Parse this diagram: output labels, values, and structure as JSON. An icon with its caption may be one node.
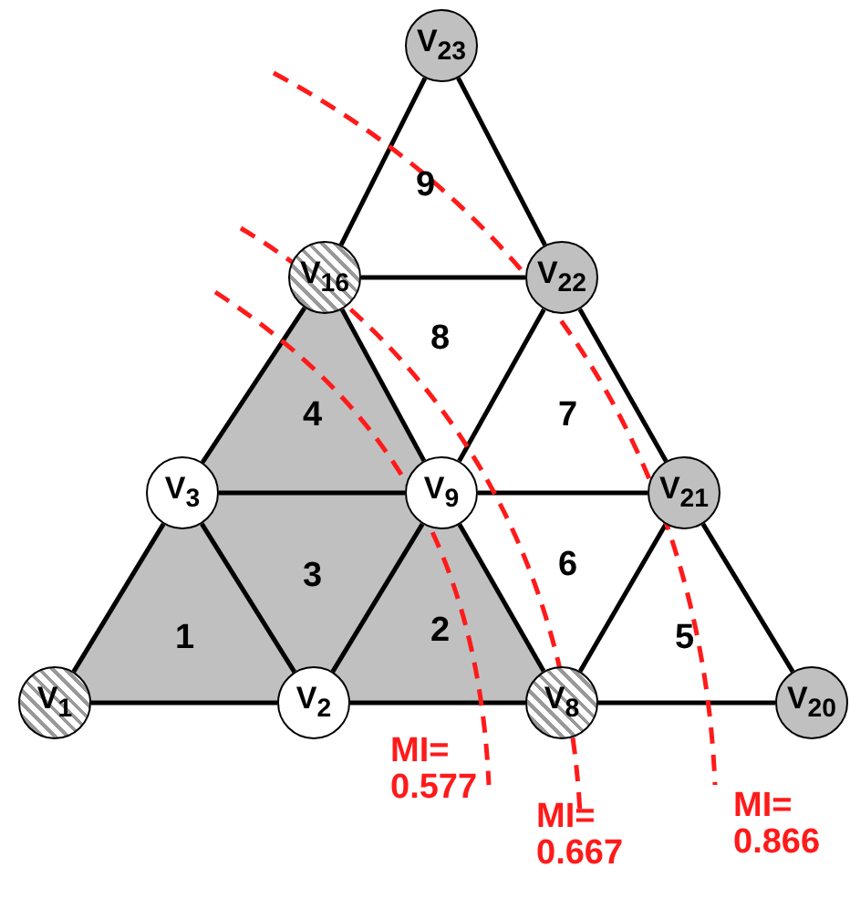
{
  "diagram": {
    "nodes": [
      {
        "text": [
          "V$_{23}$"
        ]
      },
      {
        "text": [
          "V$_{16}$"
        ]
      },
      {
        "text": [
          "V$_{22}$"
        ]
      },
      {
        "text": [
          "V$_{3}$"
        ]
      },
      {
        "text": [
          "V$_{9}$"
        ]
      },
      {
        "text": [
          "V$_{21}$"
        ]
      },
      {
        "text": [
          "V$_{1}$"
        ]
      },
      {
        "text": [
          "V$_{2}$"
        ]
      },
      {
        "text": [
          "V$_{8}$"
        ]
      },
      {
        "text": [
          "V$_{20}$"
        ]
      }
    ],
    "edges": [
      {
        "from": 0,
        "to": 1,
        "arrow": "none"
      },
      {
        "from": 0,
        "to": 2,
        "arrow": "none"
      },
      {
        "from": 1,
        "to": 2,
        "arrow": "none"
      },
      {
        "from": 1,
        "to": 3,
        "arrow": "none"
      },
      {
        "from": 1,
        "to": 4,
        "arrow": "none"
      },
      {
        "from": 2,
        "to": 4,
        "arrow": "none"
      },
      {
        "from": 2,
        "to": 5,
        "arrow": "none"
      },
      {
        "from": 3,
        "to": 4,
        "arrow": "none"
      },
      {
        "from": 4,
        "to": 5,
        "arrow": "none"
      },
      {
        "from": 3,
        "to": 6,
        "arrow": "none"
      },
      {
        "from": 3,
        "to": 7,
        "arrow": "none"
      },
      {
        "from": 4,
        "to": 7,
        "arrow": "none"
      },
      {
        "from": 4,
        "to": 8,
        "arrow": "none"
      },
      {
        "from": 5,
        "to": 8,
        "arrow": "none"
      },
      {
        "from": 5,
        "to": 9,
        "arrow": "none"
      },
      {
        "from": 6,
        "to": 7,
        "arrow": "none"
      },
      {
        "from": 7,
        "to": 8,
        "arrow": "none"
      },
      {
        "from": 8,
        "to": 9,
        "arrow": "none"
      }
    ],
    "labels": [
      "9",
      "8",
      "4",
      "7",
      "3",
      "6",
      "1",
      "2",
      "5",
      "MI= 0.577",
      "MI= 0.667",
      "MI= 0.866"
    ]
  }
}
